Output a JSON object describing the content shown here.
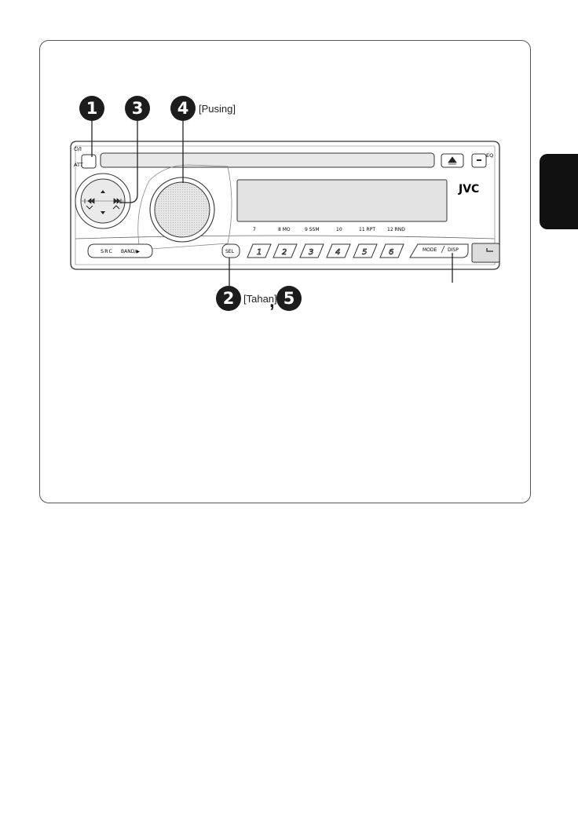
{
  "callouts": {
    "c1": "1",
    "c3": "3",
    "c4": "4",
    "c2": "2",
    "c5": "5"
  },
  "notes": {
    "pusing": "[Pusing]",
    "tahan": "[Tahan]",
    "comma": ","
  },
  "device": {
    "power_label": "⏻/I",
    "att_label": "ATT",
    "eq_label": "EQ",
    "brand": "JVC",
    "src_label": "SRC",
    "band_label": "BAND/▶",
    "sel_label": "SEL",
    "mode_label": "MODE",
    "disp_label": "DISP",
    "presets": [
      "1",
      "2",
      "3",
      "4",
      "5",
      "6"
    ],
    "preset_labels": [
      "7",
      "8  MO",
      "9  SSM",
      "10",
      "11  RPT",
      "12  RND"
    ]
  },
  "colors": {
    "callout_fill": "#1c1c1c",
    "display_fill": "#e3e3e3",
    "side_tab": "#111111"
  }
}
